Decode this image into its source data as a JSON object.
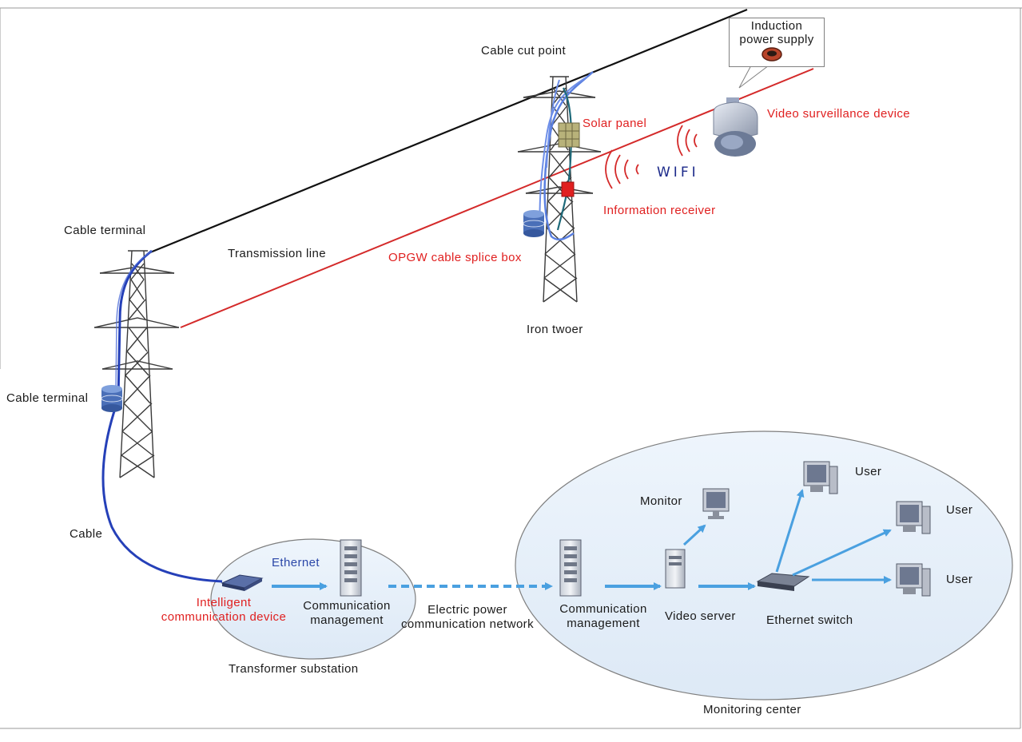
{
  "labels": {
    "cable_cut_point": "Cable cut point",
    "induction_power_supply_1": "Induction",
    "induction_power_supply_2": "power supply",
    "video_surveillance_device": "Video surveillance device",
    "solar_panel": "Solar panel",
    "wifi": "WIFI",
    "information_receiver": "Information receiver",
    "cable_terminal_top": "Cable terminal",
    "transmission_line": "Transmission line",
    "opgw_splice_box": "OPGW cable splice box",
    "iron_tower": "Iron twoer",
    "cable_terminal_lower": "Cable terminal",
    "cable": "Cable",
    "ethernet": "Ethernet",
    "intelligent_device_1": "Intelligent",
    "intelligent_device_2": "communication device",
    "comm_mgmt_sub_1": "Communication",
    "comm_mgmt_sub_2": "management",
    "power_network_1": "Electric power",
    "power_network_2": "communication network",
    "comm_mgmt_center_1": "Communication",
    "comm_mgmt_center_2": "management",
    "video_server": "Video server",
    "monitor": "Monitor",
    "ethernet_switch": "Ethernet switch",
    "user_1": "User",
    "user_2": "User",
    "user_3": "User",
    "transformer_substation": "Transformer substation",
    "monitoring_center": "Monitoring center"
  },
  "colors": {
    "transmission_line": "#111111",
    "opgw_line": "#d42a2a",
    "fiber_cable": "#2540b8",
    "arrow_blue": "#4aa0e0",
    "ellipse_fill": "#e8f1fa",
    "ellipse_stroke": "#808080",
    "label_red": "#e02020",
    "label_blue": "#2b47a8"
  }
}
